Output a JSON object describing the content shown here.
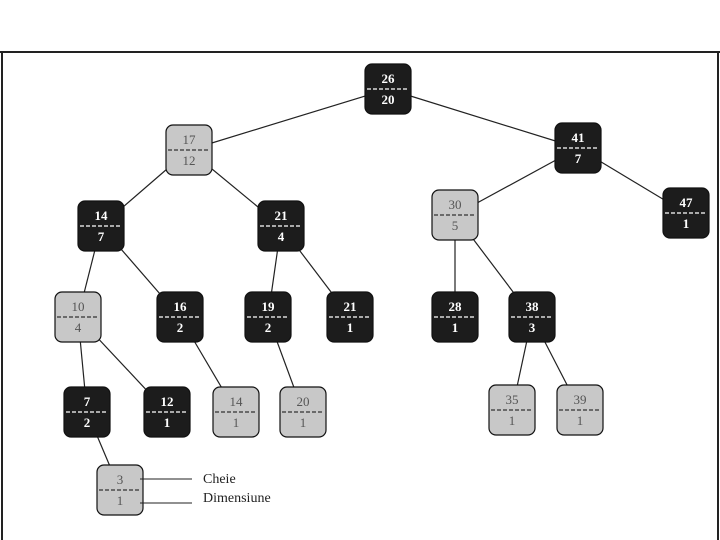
{
  "nodes": [
    {
      "id": "n26",
      "key": "26",
      "size": "20",
      "color": "black"
    },
    {
      "id": "n17",
      "key": "17",
      "size": "12",
      "color": "red"
    },
    {
      "id": "n41",
      "key": "41",
      "size": "7",
      "color": "black"
    },
    {
      "id": "n14",
      "key": "14",
      "size": "7",
      "color": "black"
    },
    {
      "id": "n21a",
      "key": "21",
      "size": "4",
      "color": "black"
    },
    {
      "id": "n30",
      "key": "30",
      "size": "5",
      "color": "red"
    },
    {
      "id": "n47",
      "key": "47",
      "size": "1",
      "color": "black"
    },
    {
      "id": "n10",
      "key": "10",
      "size": "4",
      "color": "red"
    },
    {
      "id": "n16",
      "key": "16",
      "size": "2",
      "color": "black"
    },
    {
      "id": "n19",
      "key": "19",
      "size": "2",
      "color": "black"
    },
    {
      "id": "n21b",
      "key": "21",
      "size": "1",
      "color": "black"
    },
    {
      "id": "n28",
      "key": "28",
      "size": "1",
      "color": "black"
    },
    {
      "id": "n38",
      "key": "38",
      "size": "3",
      "color": "black"
    },
    {
      "id": "n7",
      "key": "7",
      "size": "2",
      "color": "black"
    },
    {
      "id": "n12",
      "key": "12",
      "size": "1",
      "color": "black"
    },
    {
      "id": "n14b",
      "key": "14",
      "size": "1",
      "color": "red"
    },
    {
      "id": "n20",
      "key": "20",
      "size": "1",
      "color": "red"
    },
    {
      "id": "n35",
      "key": "35",
      "size": "1",
      "color": "red"
    },
    {
      "id": "n39",
      "key": "39",
      "size": "1",
      "color": "red"
    },
    {
      "id": "n3",
      "key": "3",
      "size": "1",
      "color": "red"
    }
  ],
  "edges": [
    [
      "n26",
      "n17"
    ],
    [
      "n26",
      "n41"
    ],
    [
      "n17",
      "n14"
    ],
    [
      "n17",
      "n21a"
    ],
    [
      "n41",
      "n30"
    ],
    [
      "n41",
      "n47"
    ],
    [
      "n14",
      "n10"
    ],
    [
      "n14",
      "n16"
    ],
    [
      "n21a",
      "n19"
    ],
    [
      "n21a",
      "n21b"
    ],
    [
      "n30",
      "n28"
    ],
    [
      "n30",
      "n38"
    ],
    [
      "n10",
      "n7"
    ],
    [
      "n10",
      "n12"
    ],
    [
      "n16",
      "n14b"
    ],
    [
      "n19",
      "n20"
    ],
    [
      "n38",
      "n35"
    ],
    [
      "n38",
      "n39"
    ],
    [
      "n7",
      "n3"
    ]
  ],
  "legend": {
    "key_label": "Cheie",
    "size_label": "Dimensiune"
  },
  "colors": {
    "black_fill": "#1c1c1c",
    "red_fill": "#c8c8c8",
    "black_text": "#ffffff",
    "red_text": "#555555"
  }
}
